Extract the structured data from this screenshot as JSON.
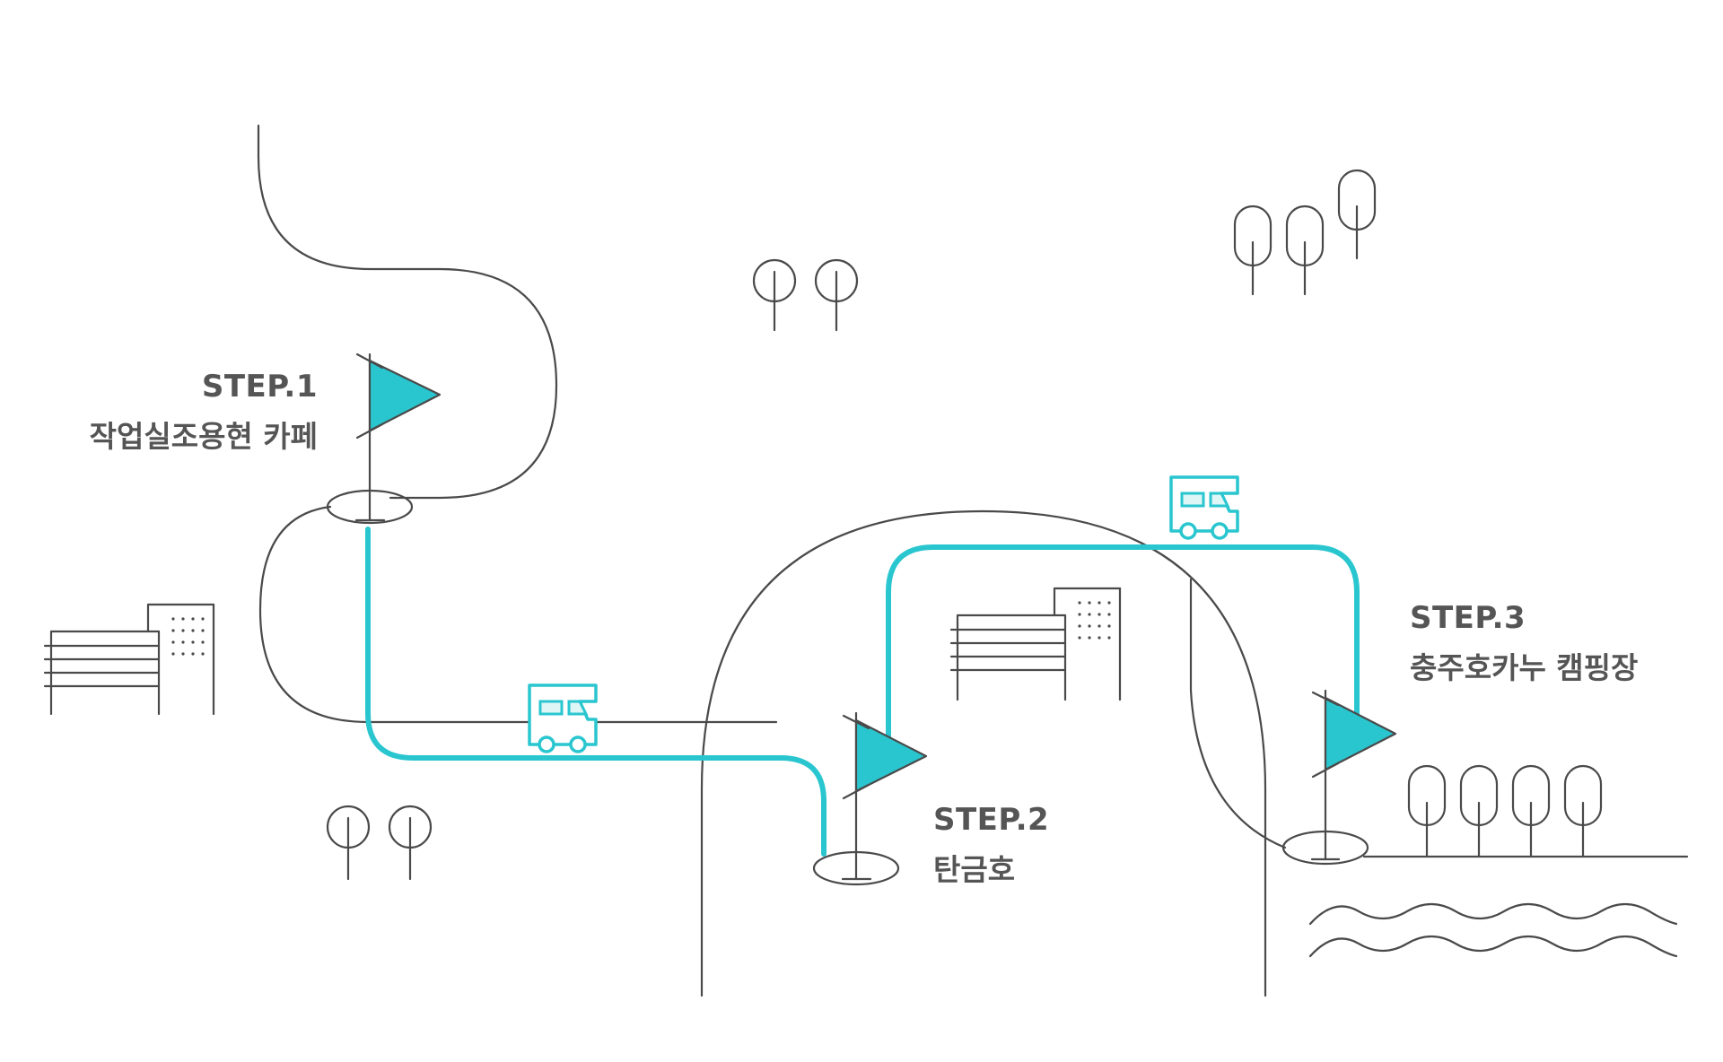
{
  "colors": {
    "accent": "#29c6cf",
    "line": "#4a4a4a",
    "text": "#555555"
  },
  "steps": [
    {
      "step": "STEP.1",
      "place": "작업실조용현 카페"
    },
    {
      "step": "STEP.2",
      "place": "탄금호"
    },
    {
      "step": "STEP.3",
      "place": "충주호카누 캠핑장"
    }
  ],
  "icons": [
    "flag-icon",
    "campervan-icon",
    "tree-icon",
    "building-icon",
    "water-wave-icon"
  ]
}
